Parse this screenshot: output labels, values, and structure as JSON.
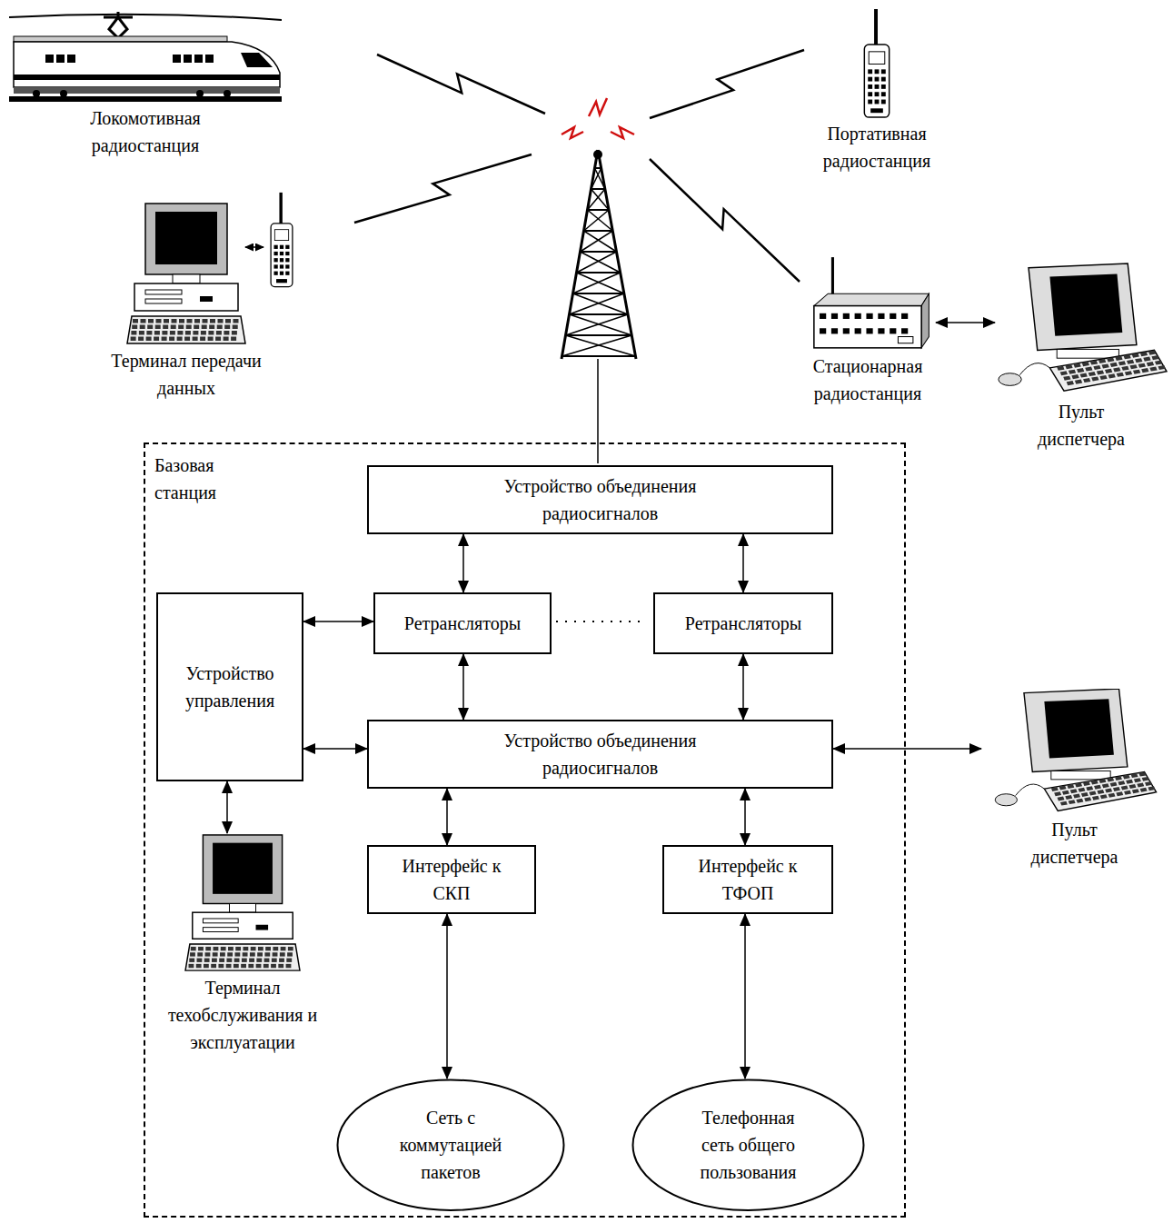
{
  "diagram": {
    "nodes": [
      {
        "text": [
          "Локомотивная радиостанция"
        ]
      },
      {
        "text": [
          "Портативная радиостанция"
        ]
      },
      {
        "text": [
          "Терминал передачи данных"
        ]
      },
      {
        "text": [
          "Стационарная радиостанция"
        ]
      },
      {
        "text": [
          "Пульт диспетчера"
        ]
      },
      {
        "text": [
          "Базовая станция"
        ]
      },
      {
        "text": [
          "Устройство объединения радиосигналов"
        ],
        "in": 5
      },
      {
        "text": [
          "Устройство управления"
        ],
        "in": 5
      },
      {
        "text": [
          "Ретрансляторы"
        ],
        "in": 5
      },
      {
        "text": [
          "Ретрансляторы"
        ],
        "in": 5
      },
      {
        "text": [
          "Устройство объединения радиосигналов"
        ],
        "in": 5
      },
      {
        "text": [
          "Пульт диспетчера"
        ]
      },
      {
        "text": [
          "Терминал техобслуживания и эксплуатации"
        ],
        "in": 5
      },
      {
        "text": [
          "Интерфейс к СКП"
        ],
        "in": 5
      },
      {
        "text": [
          "Интерфейс к ТФОП"
        ],
        "in": 5
      },
      {
        "text": [
          "Сеть с коммутацией пакетов"
        ],
        "in": 5
      },
      {
        "text": [
          "Телефонная сеть общего пользования"
        ],
        "in": 5
      }
    ],
    "edges": [
      {
        "from": 6,
        "to": 8,
        "arrow": "both"
      },
      {
        "from": 6,
        "to": 9,
        "arrow": "both"
      },
      {
        "from": 7,
        "to": 8,
        "arrow": "both"
      },
      {
        "from": 8,
        "to": 10,
        "arrow": "both"
      },
      {
        "from": 9,
        "to": 10,
        "arrow": "both"
      },
      {
        "from": 7,
        "to": 10,
        "arrow": "both"
      },
      {
        "from": 10,
        "to": 11,
        "arrow": "both"
      },
      {
        "from": 7,
        "to": 12,
        "arrow": "both"
      },
      {
        "from": 10,
        "to": 13,
        "arrow": "both"
      },
      {
        "from": 10,
        "to": 14,
        "arrow": "both"
      },
      {
        "from": 13,
        "to": 15,
        "arrow": "both"
      },
      {
        "from": 14,
        "to": 16,
        "arrow": "both"
      },
      {
        "from": 3,
        "to": 4,
        "arrow": "both"
      }
    ]
  }
}
